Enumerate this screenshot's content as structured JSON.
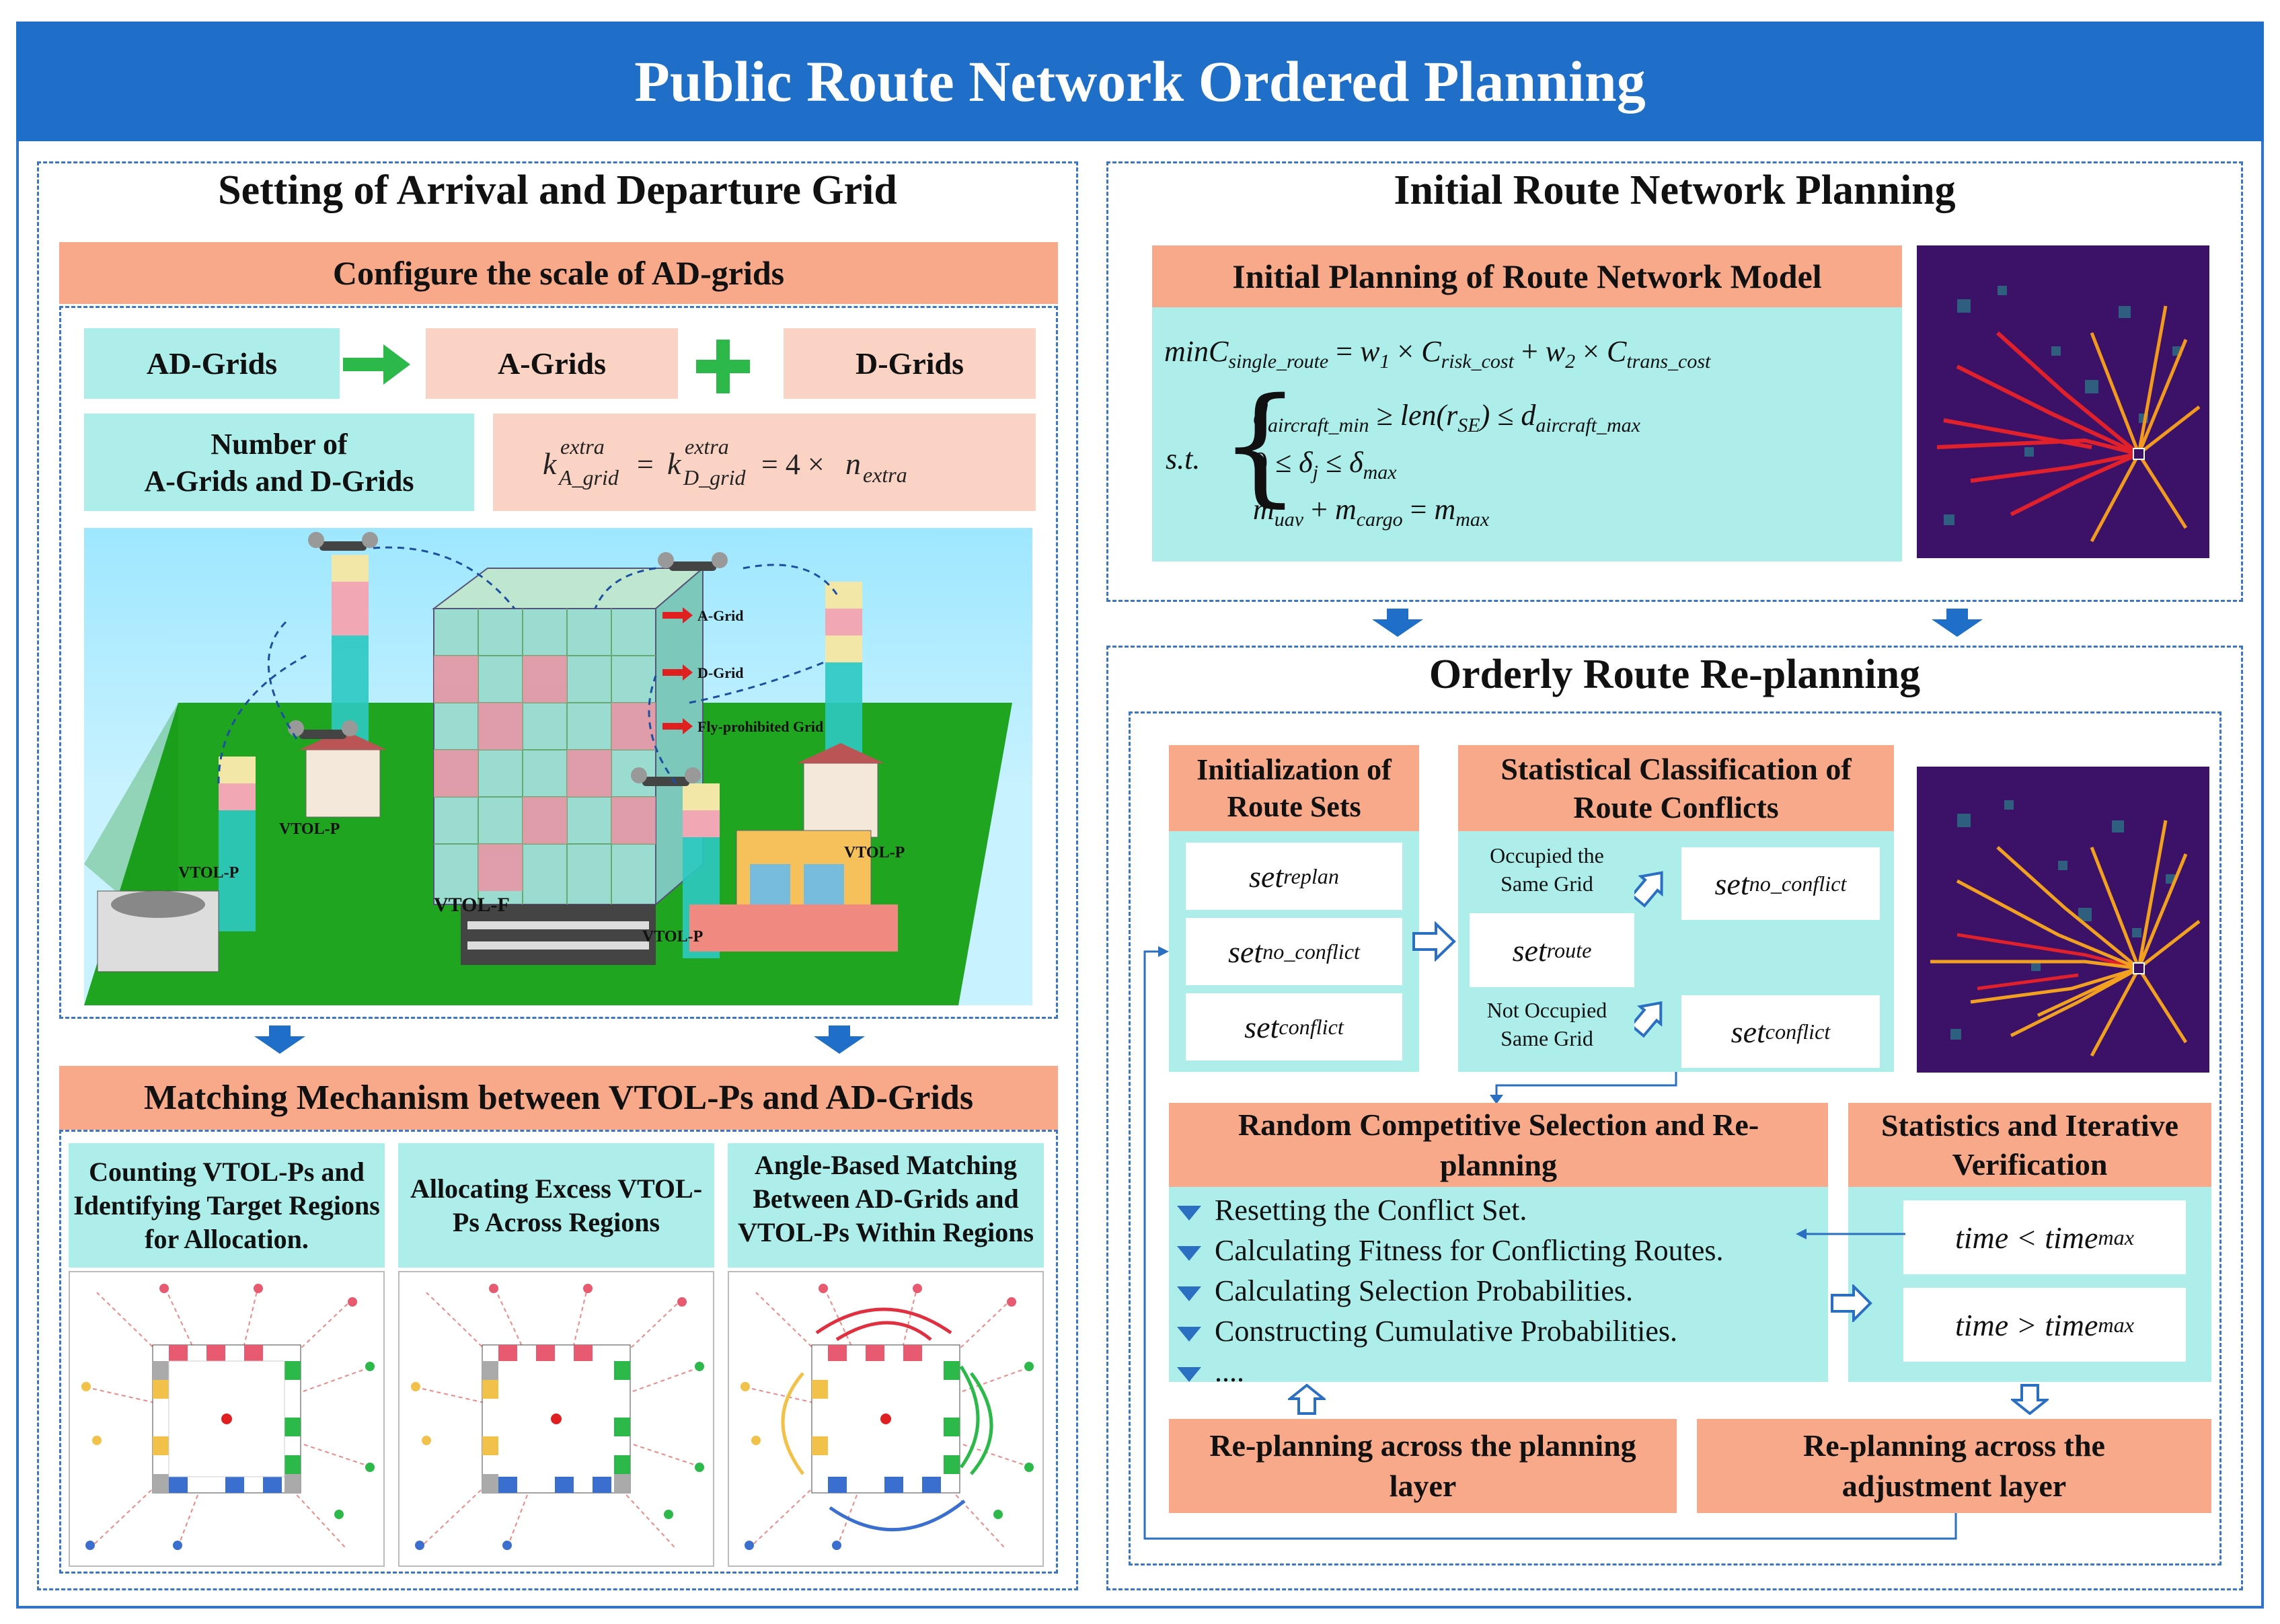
{
  "title": "Public Route Network Ordered Planning",
  "left": {
    "title": "Setting of Arrival and Departure Grid",
    "configure_title": "Configure the scale of AD-grids",
    "ad_grids": "AD-Grids",
    "a_grids": "A-Grids",
    "d_grids": "D-Grids",
    "number_label": "Number of\nA-Grids and D-Grids",
    "illustration": {
      "labels": [
        "A-Grid",
        "D-Grid",
        "Fly-prohibited Grid",
        "VTOL-P",
        "VTOL-P",
        "VTOL-P",
        "VTOL-P",
        "VTOL-F"
      ]
    },
    "matching_title": "Matching Mechanism between VTOL-Ps and AD-Grids",
    "panels": [
      {
        "title": "Counting VTOL-Ps and Identifying Target Regions for Allocation."
      },
      {
        "title": "Allocating Excess VTOL-Ps Across Regions"
      },
      {
        "title": "Angle-Based Matching Between AD-Grids and VTOL-Ps Within Regions"
      }
    ]
  },
  "right": {
    "initial_title": "Initial  Route Network Planning",
    "model_title": "Initial Planning of Route Network Model",
    "replan_title": "Orderly Route Re-planning",
    "init_sets_title": "Initialization of Route Sets",
    "stat_class_title": "Statistical Classification of Route Conflicts",
    "occupied": "Occupied the Same Grid",
    "not_occupied": "Not Occupied Same Grid",
    "random_title": "Random Competitive Selection and Re-planning",
    "bullets": [
      "Resetting the Conflict Set.",
      "Calculating Fitness for Conflicting Routes.",
      "Calculating Selection Probabilities.",
      "Constructing  Cumulative  Probabilities.",
      "...."
    ],
    "stats_title": "Statistics and Iterative Verification",
    "replan_planning": "Re-planning across the planning layer",
    "replan_adjust": "Re-planning across the adjustment layer"
  },
  "colors": {
    "blue": "#1f6fc8",
    "salmon": "#f7a98a",
    "aqua": "#aeeeea",
    "green": "#2db84a",
    "heatmap_bg": "#3b1268"
  }
}
